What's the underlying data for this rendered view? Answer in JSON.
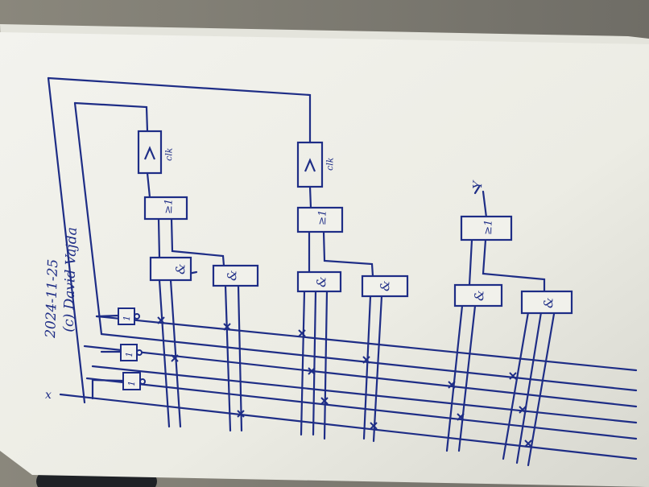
{
  "header": {
    "date": "2024-11-25",
    "author": "(c) David Vajda"
  },
  "labels": {
    "input_x": "x",
    "output_y": "Y",
    "clock_1": "clk",
    "clock_2": "clk"
  },
  "gates": {
    "not": "1",
    "and": "&",
    "or": "≥1"
  },
  "colors": {
    "ink": "#1e2d86",
    "paper": "#eeeee7",
    "background": "#7d7b72"
  }
}
